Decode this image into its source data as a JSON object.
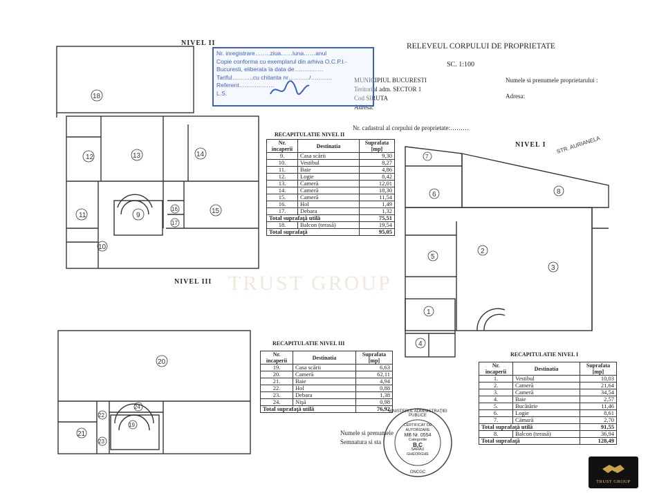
{
  "header": {
    "title": "RELEVEUL CORPULUI DE PROPRIETATE",
    "scale": "SC. 1:100",
    "municipality": "MUNICIPIUL BUCURESTI",
    "territory": "Teritoriul adm.  SECTOR  1",
    "siruta": "Cod SIRUTA",
    "address": "Adresa:",
    "owner_label": "Numele si prenumele proprietarului :",
    "owner_address": "Adresa:",
    "cadastral": "Nr. cadastral al corpului de proprietate:………"
  },
  "stamp_ocpi": {
    "line1": "Nr. inregistrare……..ziua……luna……anul",
    "line2": "Copie conforma cu exemplarul din arhiva O.C.P.I.-",
    "line3": "Bucuresti, eliberata la data de……………",
    "line4": "Tariful………..cu chitanta nr………../………..",
    "line5": "Referent………………",
    "line6": "L.S."
  },
  "levels": {
    "nivel2": "NIVEL II",
    "nivel3": "NIVEL III",
    "nivel1": "NIVEL I"
  },
  "table_nivel2": {
    "title": "RECAPITULATIE NIVEL II",
    "headers": [
      "Nr. incaperii",
      "Destinatia",
      "Suprafata [mp]"
    ],
    "rows": [
      [
        "9.",
        "Casa scării",
        "9,30"
      ],
      [
        "10.",
        "Vestibul",
        "8,27"
      ],
      [
        "11.",
        "Baie",
        "4,86"
      ],
      [
        "12.",
        "Logie",
        "8,42"
      ],
      [
        "13.",
        "Cameră",
        "12,01"
      ],
      [
        "14.",
        "Cameră",
        "18,30"
      ],
      [
        "15.",
        "Cameră",
        "11,54"
      ],
      [
        "16.",
        "Hol",
        "1,49"
      ],
      [
        "17.",
        "Debara",
        "1,32"
      ]
    ],
    "total_util": [
      "Total suprafaţă utilă",
      "75,51"
    ],
    "balcon": [
      "18.",
      "Balcon (terasă)",
      "19,54"
    ],
    "total": [
      "Total suprafaţă",
      "95,05"
    ]
  },
  "table_nivel3": {
    "title": "RECAPITULATIE NIVEL III",
    "headers": [
      "Nr. incaperii",
      "Destinatia",
      "Suprafata [mp]"
    ],
    "rows": [
      [
        "19.",
        "Casa scării",
        "6,63"
      ],
      [
        "20.",
        "Cameră",
        "62,11"
      ],
      [
        "21.",
        "Baie",
        "4,94"
      ],
      [
        "22.",
        "Hol",
        "0,88"
      ],
      [
        "23.",
        "Debara",
        "1,38"
      ],
      [
        "24.",
        "Nişă",
        "0,98"
      ]
    ],
    "total_util": [
      "Total suprafaţă utilă",
      "76,92"
    ]
  },
  "table_nivel1": {
    "title": "RECAPITULATIE NIVEL I",
    "headers": [
      "Nr. incaperii",
      "Destinatia",
      "Suprafata [mp]"
    ],
    "rows": [
      [
        "1.",
        "Vestibul",
        "10,03"
      ],
      [
        "2.",
        "Cameră",
        "21,64"
      ],
      [
        "3.",
        "Cameră",
        "34,54"
      ],
      [
        "4.",
        "Baie",
        "2,57"
      ],
      [
        "5.",
        "Bucătărie",
        "11,46"
      ],
      [
        "6.",
        "Logie",
        "8,61"
      ],
      [
        "7.",
        "Cămară",
        "2,70"
      ]
    ],
    "total_util": [
      "Total suprafaţă utilă",
      "91,55"
    ],
    "balcon": [
      "8.",
      "Balcon (terasă)",
      "36,94"
    ],
    "total": [
      "Total suprafaţă",
      "128,49"
    ]
  },
  "footer": {
    "names": "Numele si prenumele",
    "signature": "Semnatura si sta"
  },
  "round_stamp": {
    "ring": "MINISTERUL ADMINISTRAŢIEI PUBLICE",
    "line1": "CERTIFICAT DE AUTORIZARE",
    "line2": "MB Nr. 0554",
    "line3": "Categoriile",
    "line4": "B,C",
    "line5": "SARĂU",
    "line6": "GHEORGHE",
    "bottom": "ONCGC"
  },
  "watermark": "TRUST GROUP",
  "logo": "TRUST GROUP",
  "street": "STR. AURIANELA",
  "room_numbers_n2": [
    "9",
    "10",
    "11",
    "12",
    "13",
    "14",
    "15",
    "16",
    "17",
    "18"
  ],
  "room_numbers_n3": [
    "19",
    "20",
    "21",
    "22",
    "23",
    "24"
  ],
  "room_numbers_n1": [
    "1",
    "2",
    "3",
    "4",
    "5",
    "6",
    "7",
    "8"
  ],
  "colors": {
    "stamp_blue": "#3c5fc4",
    "line": "#333333",
    "watermark": "#c8af78"
  }
}
